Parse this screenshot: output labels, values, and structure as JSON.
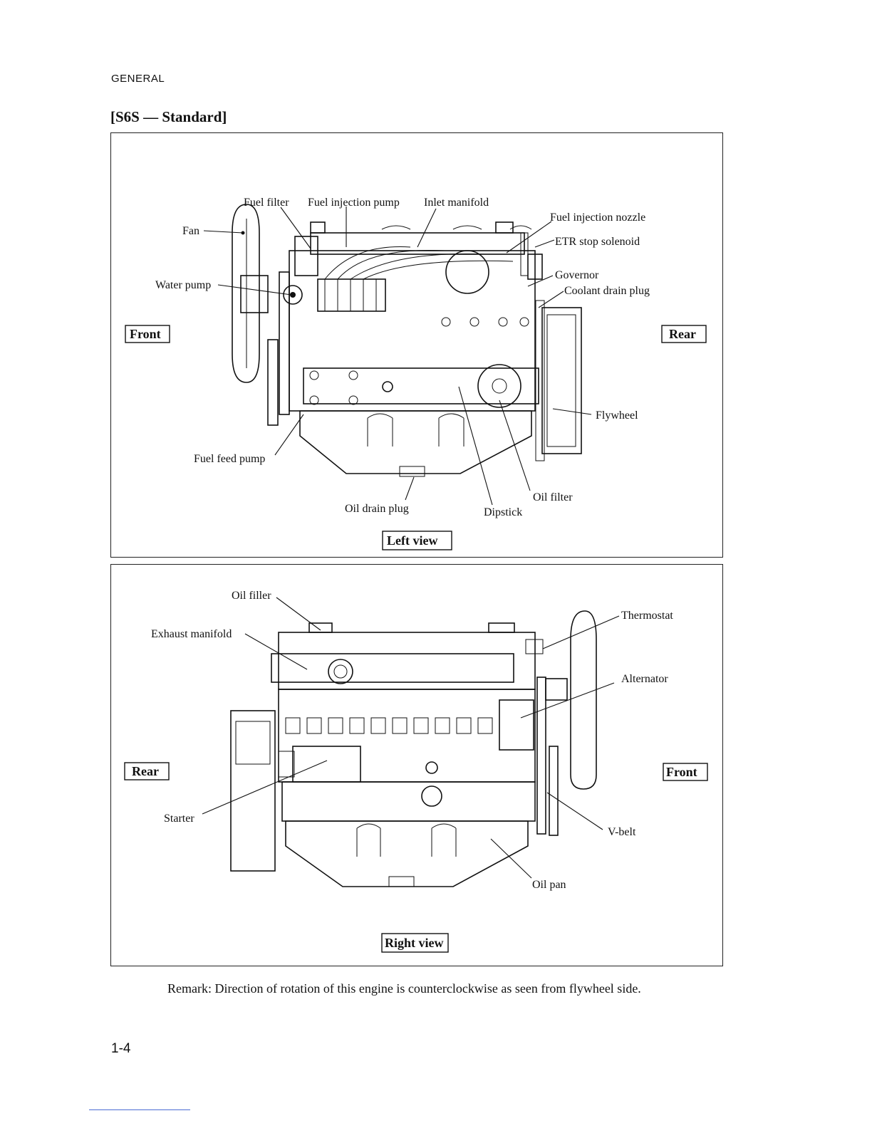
{
  "header": {
    "section": "GENERAL"
  },
  "title": "[S6S — Standard]",
  "left_view": {
    "caption": "Left view",
    "side_left": "Front",
    "side_right": "Rear",
    "labels": {
      "fuel_filter": "Fuel filter",
      "fuel_injection_pump": "Fuel injection pump",
      "inlet_manifold": "Inlet manifold",
      "fuel_injection_nozzle": "Fuel injection nozzle",
      "etr_stop_solenoid": "ETR stop solenoid",
      "governor": "Governor",
      "coolant_drain_plug": "Coolant drain plug",
      "fan": "Fan",
      "water_pump": "Water pump",
      "flywheel": "Flywheel",
      "fuel_feed_pump": "Fuel feed pump",
      "oil_filter": "Oil filter",
      "oil_drain_plug": "Oil drain plug",
      "dipstick": "Dipstick"
    }
  },
  "right_view": {
    "caption": "Right view",
    "side_left": "Rear",
    "side_right": "Front",
    "labels": {
      "oil_filler": "Oil filler",
      "exhaust_manifold": "Exhaust manifold",
      "thermostat": "Thermostat",
      "alternator": "Alternator",
      "starter": "Starter",
      "v_belt": "V-belt",
      "oil_pan": "Oil pan"
    }
  },
  "remark": "Remark: Direction of rotation of this engine is counterclockwise as seen from flywheel side.",
  "page_number": "1-4"
}
